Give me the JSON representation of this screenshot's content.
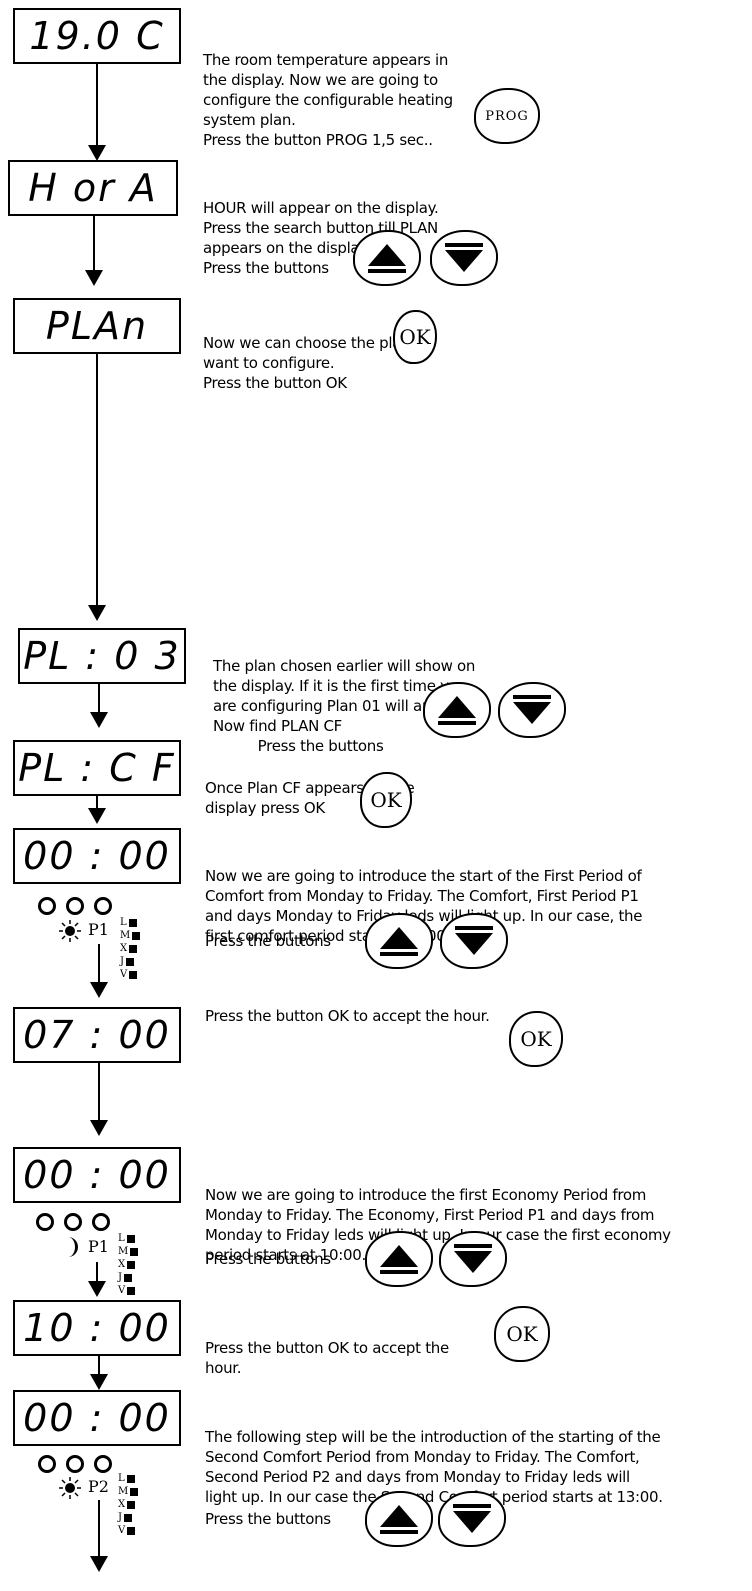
{
  "displays": {
    "d1": "19.0 C",
    "d2": "H or A",
    "d3": "PLAn",
    "d4": "PL : 0 3",
    "d5": "PL : C F",
    "d6": "00 : 00",
    "d7": "07 : 00",
    "d8": "00 : 00",
    "d9": "10 : 00",
    "d10": "00 : 00"
  },
  "steps": {
    "s1": [
      "The room temperature appears in",
      "the display. Now we are going to",
      "configure the configurable heating",
      "system plan.",
      "Press the button PROG 1,5 sec.."
    ],
    "s2": [
      "HOUR will appear on the display.",
      "Press the search button till PLAN",
      "appears on the display.",
      "Press the buttons"
    ],
    "s3": [
      "Now we can choose the plan we",
      "want to configure.",
      "Press the button OK"
    ],
    "s4": [
      "The plan chosen earlier will show on",
      "the display. If it is the first time you",
      "are configuring Plan 01 will appear.",
      "Now find PLAN CF",
      "          Press the buttons"
    ],
    "s5": [
      "Once Plan CF appears on the",
      "display press OK"
    ],
    "s6": [
      "Now we are going to introduce the start of the First Period of",
      "Comfort from Monday to Friday. The Comfort, First Period P1",
      "and days Monday to Friday leds will light up. In our case, the",
      "first comfort period starts at 7:00"
    ],
    "s6b": "Press the buttons",
    "s7": "Press the button OK to accept the hour.",
    "s8": [
      "Now we are going to introduce the first Economy Period from",
      "Monday to Friday. The Economy, First Period P1 and days from",
      "Monday to Friday leds will light up. In our case the first economy",
      "period starts at 10:00."
    ],
    "s8b": "Press the buttons",
    "s9": [
      "Press the button OK to accept the",
      "hour."
    ],
    "s10": [
      "The following step will be the introduction of the starting of the",
      "Second Comfort Period from Monday to Friday. The Comfort,",
      "Second Period P2 and days from Monday to Friday leds will",
      "light up. In our case the Second Comfort period starts at 13:00."
    ],
    "s10b": "Press the buttons"
  },
  "buttons": {
    "prog": "PROG",
    "ok": "OK"
  },
  "periods": {
    "p1": "P1",
    "p2": "P2"
  },
  "days": [
    "L",
    "M",
    "X",
    "J",
    "V"
  ],
  "icons": {
    "comfort": "sun-icon",
    "economy": "moon-icon",
    "up": "triangle-up-icon",
    "down": "triangle-down-icon"
  }
}
